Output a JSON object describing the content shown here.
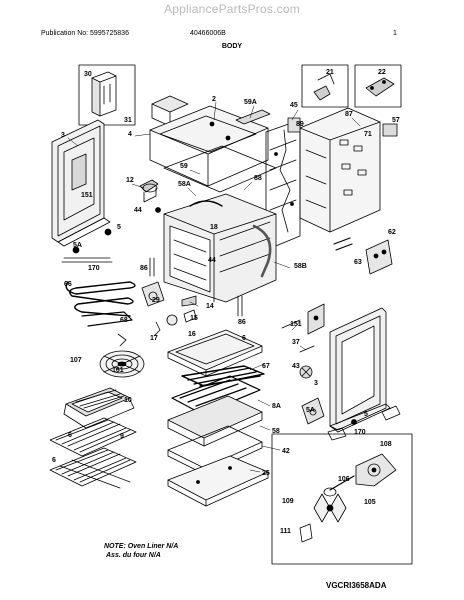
{
  "watermark": "AppliancePartsPros.com",
  "header": {
    "publication": "Publication No: 5995725836",
    "model": "40466006B",
    "page": "1"
  },
  "section_title": "BODY",
  "callouts": [
    {
      "id": "30",
      "n": "30"
    },
    {
      "id": "31",
      "n": "31"
    },
    {
      "id": "3a",
      "n": "3"
    },
    {
      "id": "151a",
      "n": "151"
    },
    {
      "id": "2",
      "n": "2"
    },
    {
      "id": "59a",
      "n": "59A"
    },
    {
      "id": "4",
      "n": "4"
    },
    {
      "id": "45",
      "n": "45"
    },
    {
      "id": "21",
      "n": "21"
    },
    {
      "id": "22",
      "n": "22"
    },
    {
      "id": "87",
      "n": "87"
    },
    {
      "id": "89",
      "n": "89"
    },
    {
      "id": "71",
      "n": "71"
    },
    {
      "id": "57",
      "n": "57"
    },
    {
      "id": "12",
      "n": "12"
    },
    {
      "id": "59",
      "n": "59"
    },
    {
      "id": "58a",
      "n": "58A"
    },
    {
      "id": "88",
      "n": "88"
    },
    {
      "id": "44a",
      "n": "44"
    },
    {
      "id": "5",
      "n": "5"
    },
    {
      "id": "5a",
      "n": "5A"
    },
    {
      "id": "170a",
      "n": "170"
    },
    {
      "id": "18",
      "n": "18"
    },
    {
      "id": "44b",
      "n": "44"
    },
    {
      "id": "62",
      "n": "62"
    },
    {
      "id": "63",
      "n": "63"
    },
    {
      "id": "86a",
      "n": "86"
    },
    {
      "id": "58b",
      "n": "58B"
    },
    {
      "id": "66",
      "n": "66"
    },
    {
      "id": "29",
      "n": "29"
    },
    {
      "id": "14",
      "n": "14"
    },
    {
      "id": "68",
      "n": "68"
    },
    {
      "id": "15",
      "n": "15"
    },
    {
      "id": "86b",
      "n": "86"
    },
    {
      "id": "151b",
      "n": "151"
    },
    {
      "id": "17",
      "n": "17"
    },
    {
      "id": "16",
      "n": "16"
    },
    {
      "id": "6a",
      "n": "6"
    },
    {
      "id": "37",
      "n": "37"
    },
    {
      "id": "107",
      "n": "107"
    },
    {
      "id": "161",
      "n": "161"
    },
    {
      "id": "67",
      "n": "67"
    },
    {
      "id": "43",
      "n": "43"
    },
    {
      "id": "3b",
      "n": "3"
    },
    {
      "id": "10",
      "n": "10"
    },
    {
      "id": "8a",
      "n": "8A"
    },
    {
      "id": "6b",
      "n": "6"
    },
    {
      "id": "9",
      "n": "9"
    },
    {
      "id": "58",
      "n": "58"
    },
    {
      "id": "5b",
      "n": "5A"
    },
    {
      "id": "5c",
      "n": "5"
    },
    {
      "id": "6c",
      "n": "6"
    },
    {
      "id": "42",
      "n": "42"
    },
    {
      "id": "170b",
      "n": "170"
    },
    {
      "id": "108",
      "n": "108"
    },
    {
      "id": "25",
      "n": "25"
    },
    {
      "id": "106",
      "n": "106"
    },
    {
      "id": "109",
      "n": "109"
    },
    {
      "id": "105",
      "n": "105"
    },
    {
      "id": "111",
      "n": "111"
    }
  ],
  "note_line1": "NOTE: Oven Liner N/A",
  "note_line2": "Ass. du four N/A",
  "drawing_code": "VGCRI3658ADA"
}
